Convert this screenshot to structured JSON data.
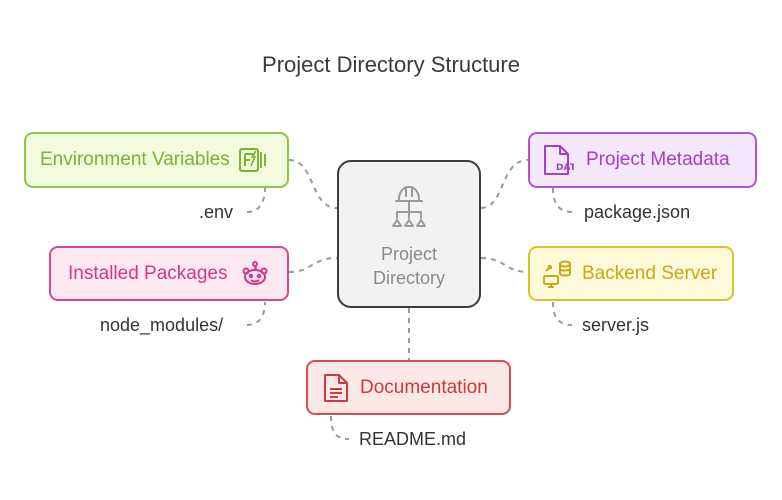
{
  "title": "Project Directory Structure",
  "center": {
    "line1": "Project",
    "line2": "Directory",
    "icon": "hierarchy-helmet-icon"
  },
  "nodes": {
    "env": {
      "label": "Environment Variables",
      "file": ".env",
      "icon": "env-file-icon",
      "border": "#8dc63f",
      "fill": "#f3fbdf",
      "text": "#7ab32e"
    },
    "packages": {
      "label": "Installed Packages",
      "file": "node_modules/",
      "icon": "package-bot-icon",
      "border": "#d24a96",
      "fill": "#fde8f2",
      "text": "#d0388c"
    },
    "metadata": {
      "label": "Project Metadata",
      "file": "package.json",
      "icon": "dat-file-icon",
      "border": "#b550d8",
      "fill": "#f6e8fc",
      "text": "#a83cc9"
    },
    "backend": {
      "label": "Backend Server",
      "file": "server.js",
      "icon": "server-database-icon",
      "border": "#d8c42a",
      "fill": "#fdf9d9",
      "text": "#c8aa12"
    },
    "docs": {
      "label": "Documentation",
      "file": "README.md",
      "icon": "document-icon",
      "border": "#d64f4f",
      "fill": "#fde8e8",
      "text": "#cc3b3b"
    }
  }
}
